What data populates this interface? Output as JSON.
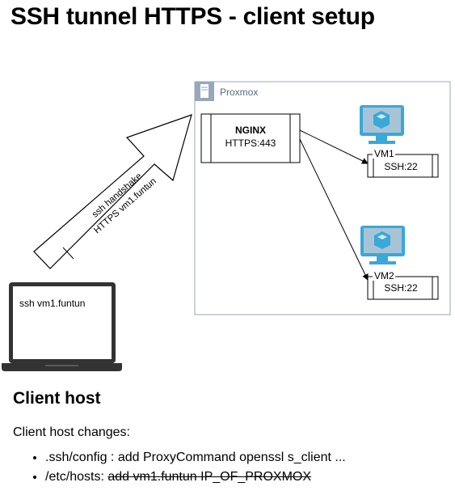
{
  "title": "SSH tunnel HTTPS - client setup",
  "diagram": {
    "proxmox_label": "Proxmox",
    "nginx": {
      "name": "NGINX",
      "port": "HTTPS:443"
    },
    "vms": [
      {
        "name": "VM1",
        "port": "SSH:22",
        "icon": "virtual-machine-monitor-icon"
      },
      {
        "name": "VM2",
        "port": "SSH:22",
        "icon": "virtual-machine-monitor-icon"
      }
    ],
    "arrow_labels": [
      "ssh handshake",
      "HTTPS vm1.funtun"
    ],
    "laptop_text": "ssh vm1.funtun",
    "colors": {
      "group_border": "#99a7bd",
      "vm_icon": "#3aa8d8",
      "vm_screen": "#a7c4d6"
    }
  },
  "client": {
    "heading": "Client host",
    "intro": "Client host changes:",
    "changes": [
      {
        "prefix": ".ssh/config : add ProxyCommand openssl s_client ...",
        "struck": ""
      },
      {
        "prefix": "/etc/hosts: ",
        "struck": "add vm1.funtun IP_OF_PROXMOX"
      }
    ]
  }
}
